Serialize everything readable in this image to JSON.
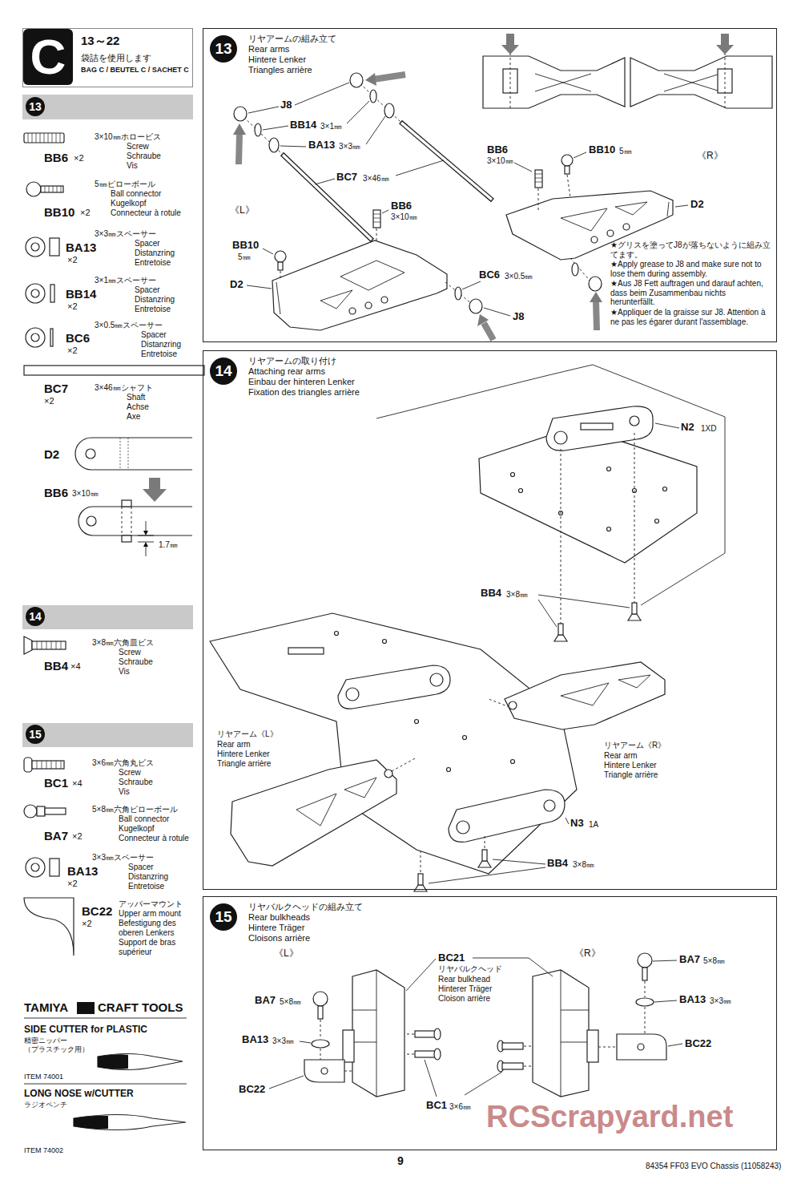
{
  "diagram": {
    "nodes": [
      {
        "text": [
          "C",
          "13～22",
          "袋詰を使用します",
          "BAG C / BEUTEL C / SACHET C"
        ]
      },
      {
        "text": [
          "13"
        ]
      },
      {
        "text": [
          "14"
        ]
      },
      {
        "text": [
          "15"
        ]
      },
      {
        "text": [
          "13",
          "リヤアームの組み立て",
          "Rear arms",
          "Hintere Lenker",
          "Triangles arrière"
        ]
      },
      {
        "text": [
          "14",
          "リヤアームの取り付け",
          "Attaching rear arms",
          "Einbau der hinteren Lenker",
          "Fixation des triangles arrière"
        ]
      },
      {
        "text": [
          "15",
          "リヤバルクヘッドの組み立て",
          "Rear bulkheads",
          "Hintere Träger",
          "Cloisons arrière"
        ]
      }
    ],
    "labels": [
      "3×10㎜ホロービス",
      "Screw",
      "Schraube",
      "Vis",
      "BB6",
      "×2",
      "5㎜ピローボール",
      "Ball connector",
      "Kugelkopf",
      "Connecteur à rotule",
      "BB10",
      "×2",
      "3×3㎜スペーサー",
      "Spacer",
      "Distanzring",
      "Entretoise",
      "BA13",
      "×2",
      "3×1㎜スペーサー",
      "Spacer",
      "Distanzring",
      "Entretoise",
      "BB14",
      "×2",
      "3×0.5㎜スペーサー",
      "Spacer",
      "Distanzring",
      "Entretoise",
      "BC6",
      "×2",
      "BC7",
      "×2",
      "3×46㎜シャフト",
      "Shaft",
      "Achse",
      "Axe",
      "D2",
      "BB6",
      "3×10㎜",
      "1.7㎜",
      "3×8㎜六角皿ビス",
      "Screw",
      "Schraube",
      "Vis",
      "BB4",
      "×4",
      "3×6㎜六角丸ビス",
      "Screw",
      "Schraube",
      "Vis",
      "BC1",
      "×4",
      "5×8㎜六角ピローボール",
      "Ball connector",
      "Kugelkopf",
      "Connecteur à rotule",
      "BA7",
      "×2",
      "3×3㎜スペーサー",
      "Spacer",
      "Distanzring",
      "Entretoise",
      "BA13",
      "×2",
      "アッパーマウント",
      "Upper arm mount",
      "Befestigung des",
      "oberen Lenkers",
      "Support de bras",
      "supérieur",
      "BC22",
      "×2",
      "TAMIYA",
      "CRAFT TOOLS",
      "SIDE CUTTER for PLASTIC",
      "精密ニッパー",
      "（プラスチック用）",
      "ITEM 74001",
      "LONG NOSE w/CUTTER",
      "ラジオペンチ",
      "ITEM 74002",
      "J8",
      "BB14",
      "3×1㎜",
      "BA13",
      "3×3㎜",
      "BC7",
      "3×46㎜",
      "BB6",
      "3×10㎜",
      "《L》",
      "BB10",
      "5㎜",
      "D2",
      "BC6",
      "3×0.5㎜",
      "J8",
      "BB6",
      "3×10㎜",
      "BB10",
      "5㎜",
      "《R》",
      "D2",
      "★グリスを塗ってJ8が落ちないように組み立てます。",
      "★Apply grease to J8 and make sure not to lose them during assembly.",
      "★Aus J8 Fett auftragen und darauf achten, dass beim Zusammenbau nichts herunterfällt.",
      "★Appliquer de la graisse sur J8. Attention à ne pas les égarer durant l'assemblage.",
      "N2",
      "1XD",
      "BB4",
      "3×8㎜",
      "リヤアーム《L》",
      "Rear arm",
      "Hintere Lenker",
      "Triangle arrière",
      "リヤアーム《R》",
      "Rear arm",
      "Hintere Lenker",
      "Triangle arrière",
      "N3",
      "1A",
      "BB4",
      "3×8㎜",
      "《L》",
      "《R》",
      "BC21",
      "リヤバルクヘッド",
      "Rear bulkhead",
      "Hinterer Träger",
      "Cloison arrière",
      "BA7",
      "5×8㎜",
      "BA13",
      "3×3㎜",
      "BC22",
      "BA7",
      "5×8㎜",
      "BA13",
      "3×3㎜",
      "BC22",
      "BC1",
      "3×6㎜",
      "9",
      "84354 FF03 EVO Chassis (11058243)",
      "RCScrapyard.net"
    ]
  }
}
